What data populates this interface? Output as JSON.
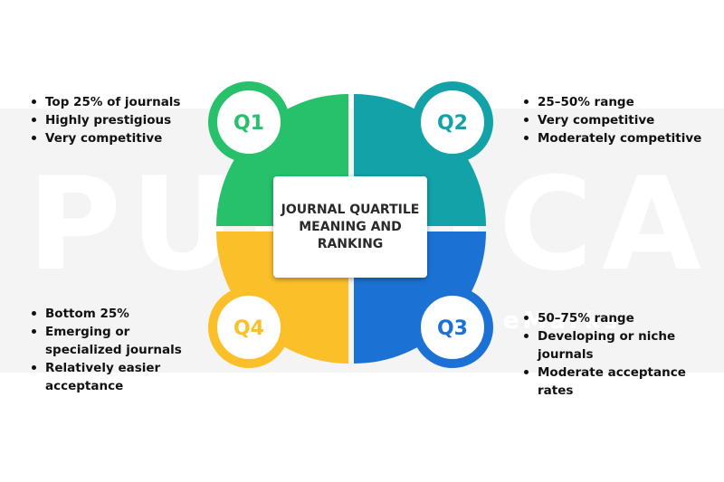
{
  "watermark": {
    "main": "PUBLICA",
    "sub": "eMarks"
  },
  "title": "JOURNAL QUARTILE MEANING AND RANKING",
  "colors": {
    "q1": "#27c16c",
    "q2": "#12a2a8",
    "q3": "#1c72d4",
    "q4": "#fbbf2a"
  },
  "quadrants": {
    "q1": {
      "label": "Q1",
      "points": [
        "Top 25% of journals",
        "Highly prestigious",
        "Very competitive"
      ]
    },
    "q2": {
      "label": "Q2",
      "points": [
        "25–50% range",
        "Very competitive",
        "Moderately competitive"
      ]
    },
    "q3": {
      "label": "Q3",
      "points": [
        "50–75% range",
        "Developing or niche journals",
        "Moderate acceptance rates"
      ]
    },
    "q4": {
      "label": "Q4",
      "points": [
        "Bottom 25%",
        "Emerging or specialized journals",
        "Relatively easier acceptance"
      ]
    }
  }
}
